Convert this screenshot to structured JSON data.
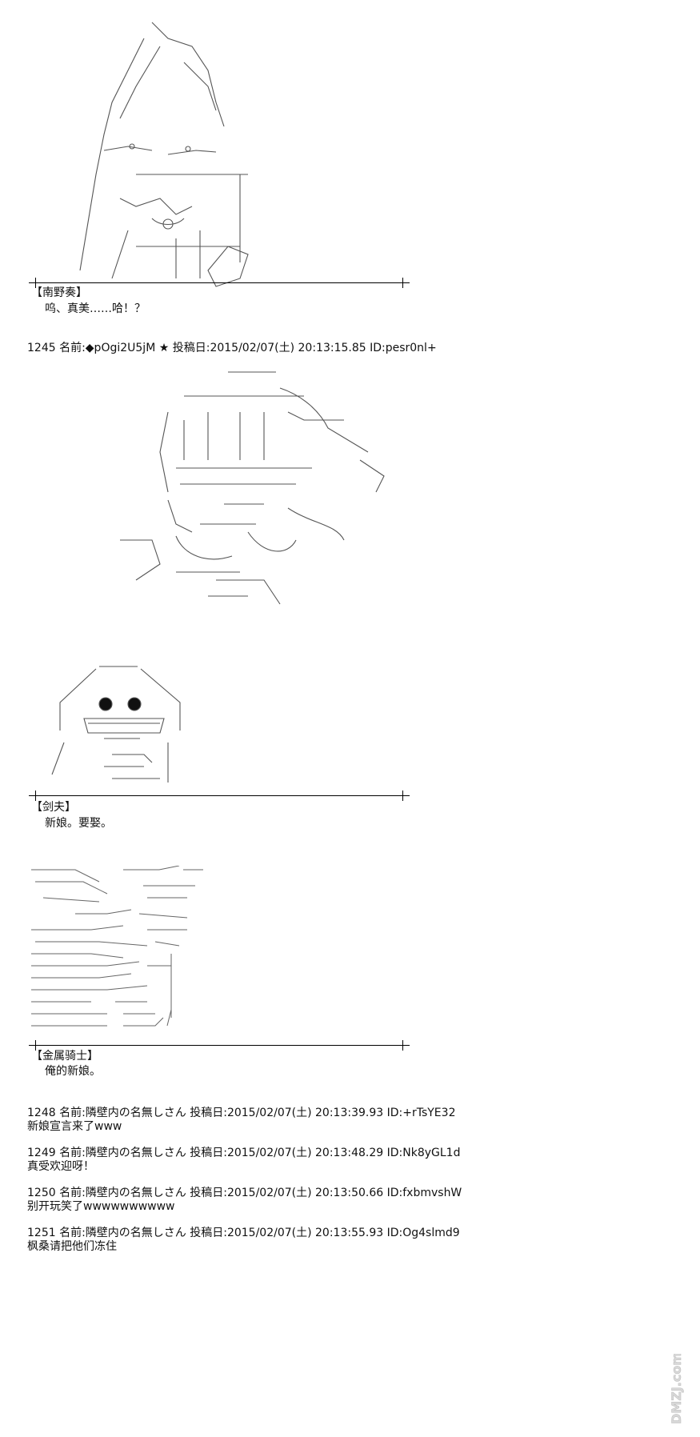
{
  "dialog1": {
    "speaker": "【南野奏】",
    "text": "呜、真美……哈！？"
  },
  "post1245": {
    "header": "1245 名前:◆pOgi2U5jM ★ 投稿日:2015/02/07(土) 20:13:15.85 ID:pesr0nl+"
  },
  "dialog2": {
    "speaker": "【剑夫】",
    "text": "新娘。要娶。"
  },
  "dialog3": {
    "speaker": "【金属骑士】",
    "text": "俺的新娘。"
  },
  "replies": [
    {
      "header": "1248 名前:隣壁内の名無しさん 投稿日:2015/02/07(土) 20:13:39.93 ID:+rTsYE32",
      "body": "新娘宣言来了www"
    },
    {
      "header": "1249 名前:隣壁内の名無しさん 投稿日:2015/02/07(土) 20:13:48.29 ID:Nk8yGL1d",
      "body": "真受欢迎呀！"
    },
    {
      "header": "1250 名前:隣壁内の名無しさん 投稿日:2015/02/07(土) 20:13:50.66 ID:fxbmvshW",
      "body": "别开玩笑了wwwwwwwwww"
    },
    {
      "header": "1251 名前:隣壁内の名無しさん 投稿日:2015/02/07(土) 20:13:55.93 ID:Og4slmd9",
      "body": "枫桑请把他们冻住"
    }
  ],
  "watermark": {
    "text": "DMZJ.com"
  }
}
